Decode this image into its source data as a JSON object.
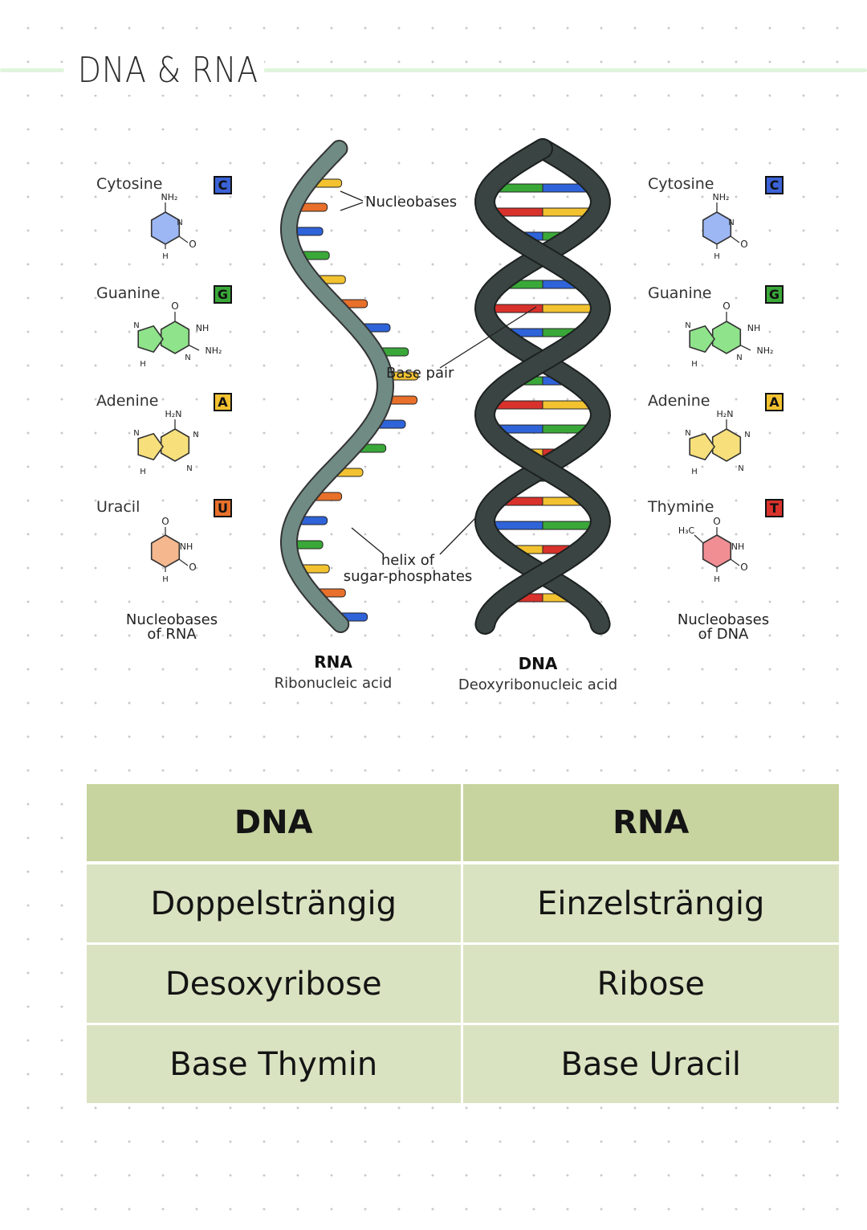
{
  "page": {
    "title": "DNA & RNA"
  },
  "diagram": {
    "rna_nucleobases": [
      {
        "name": "Cytosine",
        "letter": "C",
        "color": "#3b62d6",
        "ring": "#9db7f5"
      },
      {
        "name": "Guanine",
        "letter": "G",
        "color": "#3aa839",
        "ring": "#8fe38a"
      },
      {
        "name": "Adenine",
        "letter": "A",
        "color": "#f2c230",
        "ring": "#f7e07b"
      },
      {
        "name": "Uracil",
        "letter": "U",
        "color": "#e8702a",
        "ring": "#f4b78e"
      }
    ],
    "dna_nucleobases": [
      {
        "name": "Cytosine",
        "letter": "C",
        "color": "#3b62d6",
        "ring": "#9db7f5"
      },
      {
        "name": "Guanine",
        "letter": "G",
        "color": "#3aa839",
        "ring": "#8fe38a"
      },
      {
        "name": "Adenine",
        "letter": "A",
        "color": "#f2c230",
        "ring": "#f7e07b"
      },
      {
        "name": "Thymine",
        "letter": "T",
        "color": "#d9322c",
        "ring": "#f08e93"
      }
    ],
    "atoms": {
      "nh2": "NH₂",
      "h2n": "H₂N",
      "nh": "NH",
      "n": "N",
      "o": "O",
      "h": "H",
      "ch3": "H₃C"
    },
    "rna_caption": {
      "line1": "Nucleobases",
      "line2": "of RNA"
    },
    "dna_caption": {
      "line1": "Nucleobases",
      "line2": "of DNA"
    },
    "annotations": {
      "nucleobases": "Nucleobases",
      "base_pair": "Base pair",
      "helix_line1": "helix of",
      "helix_line2": "sugar-phosphates"
    },
    "rna_label": {
      "abbr": "RNA",
      "full": "Ribonucleic acid"
    },
    "dna_label": {
      "abbr": "DNA",
      "full": "Deoxyribonucleic acid"
    },
    "colors": {
      "rna_backbone": "#6f8b84",
      "dna_backbone": "#3a4442"
    }
  },
  "comparison": {
    "headers": [
      "DNA",
      "RNA"
    ],
    "rows": [
      [
        "Doppelsträngig",
        "Einzelsträngig"
      ],
      [
        "Desoxyribose",
        "Ribose"
      ],
      [
        "Base Thymin",
        "Base Uracil"
      ]
    ]
  }
}
